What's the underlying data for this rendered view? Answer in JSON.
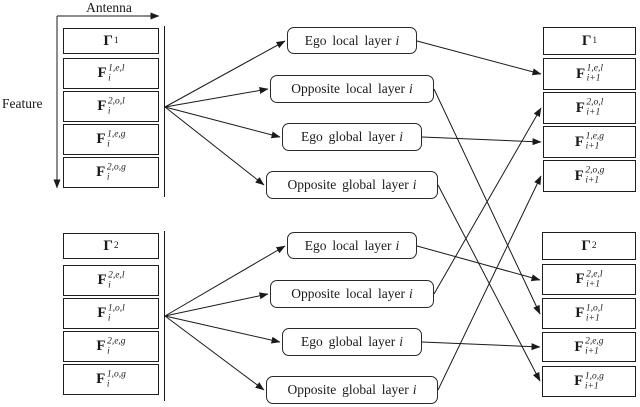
{
  "figure": {
    "antenna_label": "Antenna",
    "feature_label": "Feature"
  },
  "stacks": {
    "input_top": {
      "header": {
        "base": "Γ",
        "sup": "1"
      },
      "rows": [
        {
          "base": "F",
          "sup": "1,e,l",
          "sub": "i"
        },
        {
          "base": "F",
          "sup": "2,o,l",
          "sub": "i"
        },
        {
          "base": "F",
          "sup": "1,e,g",
          "sub": "i"
        },
        {
          "base": "F",
          "sup": "2,o,g",
          "sub": "i"
        }
      ]
    },
    "input_bottom": {
      "header": {
        "base": "Γ",
        "sup": "2"
      },
      "rows": [
        {
          "base": "F",
          "sup": "2,e,l",
          "sub": "i"
        },
        {
          "base": "F",
          "sup": "1,o,l",
          "sub": "i"
        },
        {
          "base": "F",
          "sup": "2,e,g",
          "sub": "i"
        },
        {
          "base": "F",
          "sup": "1,o,g",
          "sub": "i"
        }
      ]
    },
    "output_top": {
      "header": {
        "base": "Γ",
        "sup": "1"
      },
      "rows": [
        {
          "base": "F",
          "sup": "1,e,l",
          "sub": "i+1"
        },
        {
          "base": "F",
          "sup": "2,o,l",
          "sub": "i+1"
        },
        {
          "base": "F",
          "sup": "1,e,g",
          "sub": "i+1"
        },
        {
          "base": "F",
          "sup": "2,o,g",
          "sub": "i+1"
        }
      ]
    },
    "output_bottom": {
      "header": {
        "base": "Γ",
        "sup": "2"
      },
      "rows": [
        {
          "base": "F",
          "sup": "2,e,l",
          "sub": "i+1"
        },
        {
          "base": "F",
          "sup": "1,o,l",
          "sub": "i+1"
        },
        {
          "base": "F",
          "sup": "2,e,g",
          "sub": "i+1"
        },
        {
          "base": "F",
          "sup": "1,o,g",
          "sub": "i+1"
        }
      ]
    }
  },
  "layers": {
    "top": [
      {
        "label": "Ego local layer",
        "var": "i"
      },
      {
        "label": "Opposite local layer",
        "var": "i"
      },
      {
        "label": "Ego global layer",
        "var": "i"
      },
      {
        "label": "Opposite global layer",
        "var": "i"
      }
    ],
    "bottom": [
      {
        "label": "Ego local layer",
        "var": "i"
      },
      {
        "label": "Opposite local layer",
        "var": "i"
      },
      {
        "label": "Ego global layer",
        "var": "i"
      },
      {
        "label": "Opposite global layer",
        "var": "i"
      }
    ]
  },
  "connections": [
    {
      "from": "input-stack-antenna1",
      "to": "ego-local-layer-top"
    },
    {
      "from": "input-stack-antenna1",
      "to": "opposite-local-layer-top"
    },
    {
      "from": "input-stack-antenna1",
      "to": "ego-global-layer-top"
    },
    {
      "from": "input-stack-antenna1",
      "to": "opposite-global-layer-top"
    },
    {
      "from": "input-stack-antenna2",
      "to": "ego-local-layer-bottom"
    },
    {
      "from": "input-stack-antenna2",
      "to": "opposite-local-layer-bottom"
    },
    {
      "from": "input-stack-antenna2",
      "to": "ego-global-layer-bottom"
    },
    {
      "from": "input-stack-antenna2",
      "to": "opposite-global-layer-bottom"
    },
    {
      "from": "ego-local-layer-top",
      "to": "F(1,e,l)(i+1)"
    },
    {
      "from": "opposite-local-layer-top",
      "to": "F(1,o,l)(i+1)"
    },
    {
      "from": "ego-global-layer-top",
      "to": "F(1,e,g)(i+1)"
    },
    {
      "from": "opposite-global-layer-top",
      "to": "F(1,o,g)(i+1)"
    },
    {
      "from": "ego-local-layer-bottom",
      "to": "F(2,e,l)(i+1)"
    },
    {
      "from": "opposite-local-layer-bottom",
      "to": "F(2,o,l)(i+1)"
    },
    {
      "from": "ego-global-layer-bottom",
      "to": "F(2,e,g)(i+1)"
    },
    {
      "from": "opposite-global-layer-bottom",
      "to": "F(1,o,g... see output_bottom rows"
    }
  ],
  "colors": {
    "line": "#1a1a1a",
    "border": "#1f1f1f",
    "background": "#ffffff"
  }
}
